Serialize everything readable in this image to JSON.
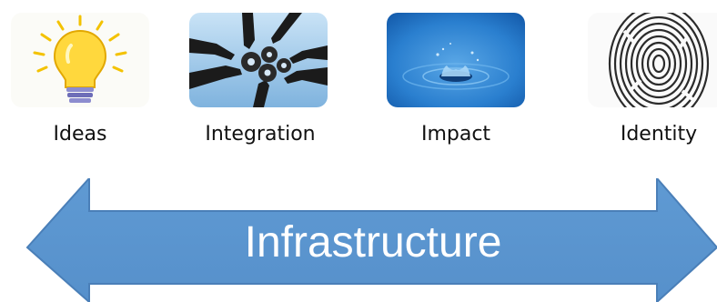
{
  "items": [
    {
      "label": "Ideas",
      "icon": "lightbulb-icon"
    },
    {
      "label": "Integration",
      "icon": "gears-hands-icon"
    },
    {
      "label": "Impact",
      "icon": "water-drop-icon"
    },
    {
      "label": "Identity",
      "icon": "fingerprint-icon"
    }
  ],
  "arrow": {
    "label": "Infrastructure",
    "direction": "bidirectional",
    "color": "#5b95cf",
    "border_color": "#4a7fb8"
  }
}
